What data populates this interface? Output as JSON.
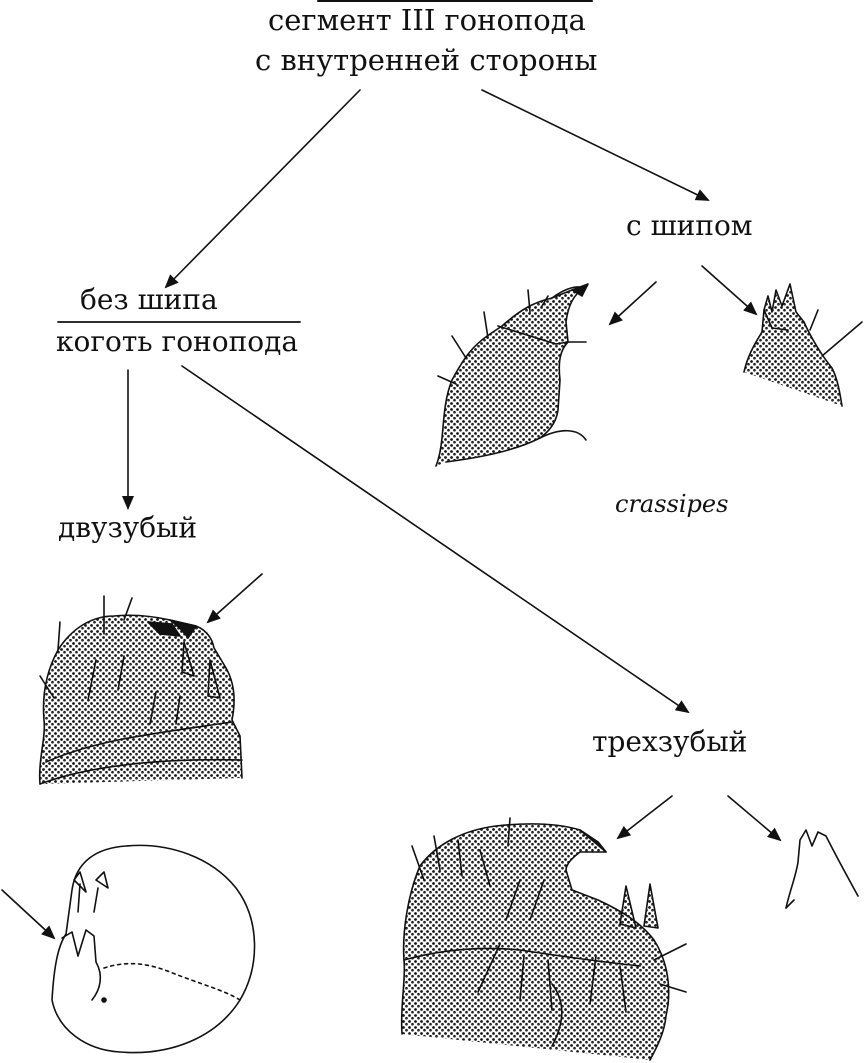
{
  "root": {
    "line1": "сегмент III гонопода",
    "line2": "с внутренней стороны"
  },
  "branches": {
    "with_spine": "с шипом",
    "without_spine": "без шипа",
    "claw": "коготь гонопода",
    "bidentate": "двузубый",
    "tridentate": "трехзубый"
  },
  "species": {
    "crassipes": "crassipes"
  },
  "colors": {
    "ink": "#111111",
    "paper": "#ffffff"
  }
}
